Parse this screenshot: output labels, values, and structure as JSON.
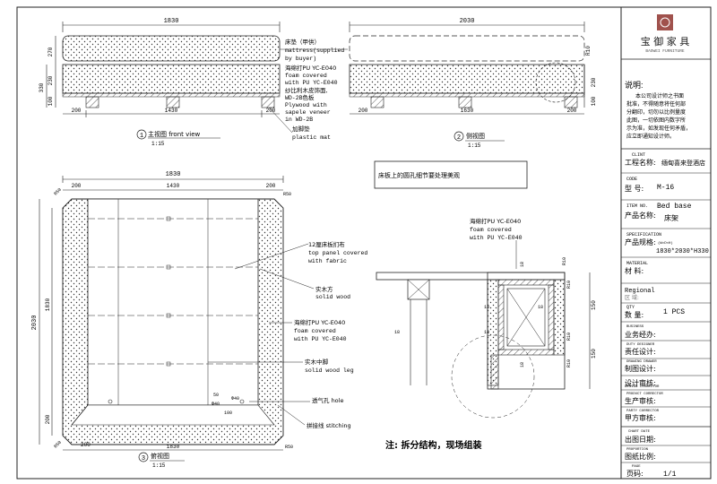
{
  "logo": {
    "name_cn": "宝 御 家 具",
    "name_en": "BAOWEI FURNITURE"
  },
  "notes": {
    "title": "说明:",
    "lines": [
      "本公司设计师之书面",
      "批准，不得随意将任何部",
      "分翻印，切勿以比例量度",
      "此图，一切依图内数字所",
      "示为准，如发现任何矛盾，",
      "应立即通知设计师。"
    ]
  },
  "title_block": {
    "client": {
      "label_en": "CLINT",
      "label_cn": "工程名称:",
      "value": "缅甸喜来登酒店"
    },
    "code": {
      "label_en": "CODE",
      "label_cn": "型 号:",
      "value": "M-16"
    },
    "item": {
      "label_en": "ITEM NO.",
      "label_cn": "产品名称:",
      "value_en": "Bed base",
      "value_cn": "床架"
    },
    "spec": {
      "label_en": "SPECIFICATION",
      "label_cn": "产品规格:",
      "label_unit": "(W×D×H)",
      "value": "1830*2030*H330"
    },
    "material": {
      "label_en": "MATERIAL",
      "label_cn": "材 料:"
    },
    "regional": {
      "label_en": "Regional",
      "value": "区 域:"
    },
    "qty": {
      "label_en": "QTY",
      "label_cn": "数 量:",
      "value": "1 PCS"
    },
    "business": {
      "label_en": "BUSINESS",
      "label_cn": "业务经办:"
    },
    "duty": {
      "label_en": "DUTY DESIGNER",
      "label_cn": "责任设计:"
    },
    "drawing": {
      "label_en": "DRAWING DRAWER",
      "label_cn": "制图设计:"
    },
    "design": {
      "label_en": "DESIGN CORRECTOR",
      "label_cn": "设计审核:"
    },
    "product": {
      "label_en": "PRODUCT CORRECTOR",
      "label_cn": "生产审核:"
    },
    "party": {
      "label_en": "PARTY CORRECTOR",
      "label_cn": "甲方审核:"
    },
    "chart_date": {
      "label_en": "CHART DATE",
      "label_cn": "出图日期:"
    },
    "proportion": {
      "label_en": "PROPORTION",
      "label_cn": "图纸比例:"
    },
    "page": {
      "label_en": "PAGE",
      "label_cn": "页码:",
      "value": "1/1"
    }
  },
  "front_view": {
    "num": "1",
    "label": "主视图 front view",
    "scale": "1:15",
    "dims": {
      "total": "1830",
      "bottom_left": "200",
      "bottom_mid": "1430",
      "bottom_right": "200",
      "h1": "270",
      "h2": "330",
      "h3": "230",
      "h4": "100"
    }
  },
  "side_view": {
    "num": "2",
    "label": "侧视图",
    "scale": "1:15",
    "dims": {
      "total": "2030",
      "bottom_left": "200",
      "bottom_mid": "1630",
      "bottom_right": "200",
      "h_right_1": "230",
      "h_right_2": "100",
      "r": "R10"
    }
  },
  "top_view": {
    "num": "3",
    "label": "俯视图",
    "scale": "1:15",
    "dims": {
      "total_w": "1830",
      "top_left": "200",
      "top_mid": "1430",
      "top_right": "200",
      "total_h": "2030",
      "h_mid": "1830",
      "v200": "200",
      "b200": "200",
      "b_mid": "1830",
      "c1": "R50",
      "c2": "R50",
      "c3": "R50",
      "c4": "R50",
      "hole": "Φ40",
      "hole2": "Φ40",
      "dim50": "50",
      "dim100": "100"
    }
  },
  "section_dims": {
    "r10a": "R10",
    "r10b": "R10",
    "r10c": "R10",
    "r10d": "R10",
    "d18a": "18",
    "d18b": "18",
    "d18c": "18",
    "d18d": "18",
    "d18e": "18",
    "d18f": "18",
    "d150a": "150",
    "d150b": "150"
  },
  "callouts": {
    "mattress": [
      "床垫（甲供）",
      "mattress(supplied",
      "by buyer)"
    ],
    "foam": [
      "海绵打PU YC-E040",
      "foam covered",
      "with PU YC-E040"
    ],
    "plywood": [
      "纱比利木皮饰面,",
      "WD-2B色板",
      "Plywood with",
      "sapele veneer",
      "in WD-2B"
    ],
    "plastic": [
      "加脚垫",
      "plastic mat"
    ],
    "top_panel": [
      "12厘床板扪布",
      "top panel covered",
      "with fabric"
    ],
    "solid_wood": [
      "实木方",
      "solid wood"
    ],
    "foam2": [
      "海绵打PU YC-E040",
      "foam covered",
      "with PU YC-E040"
    ],
    "foam3": [
      "海绵打PU YC-E040",
      "foam covered",
      "with PU YC-E040"
    ],
    "leg": [
      "实木中脚",
      "solid wood leg"
    ],
    "vent": "透气孔 hole",
    "stitch": "拼接线 stitching"
  },
  "note_box": "床板上的圆孔细节要处理美观",
  "footnote": "注: 拆分结构，现场组装"
}
